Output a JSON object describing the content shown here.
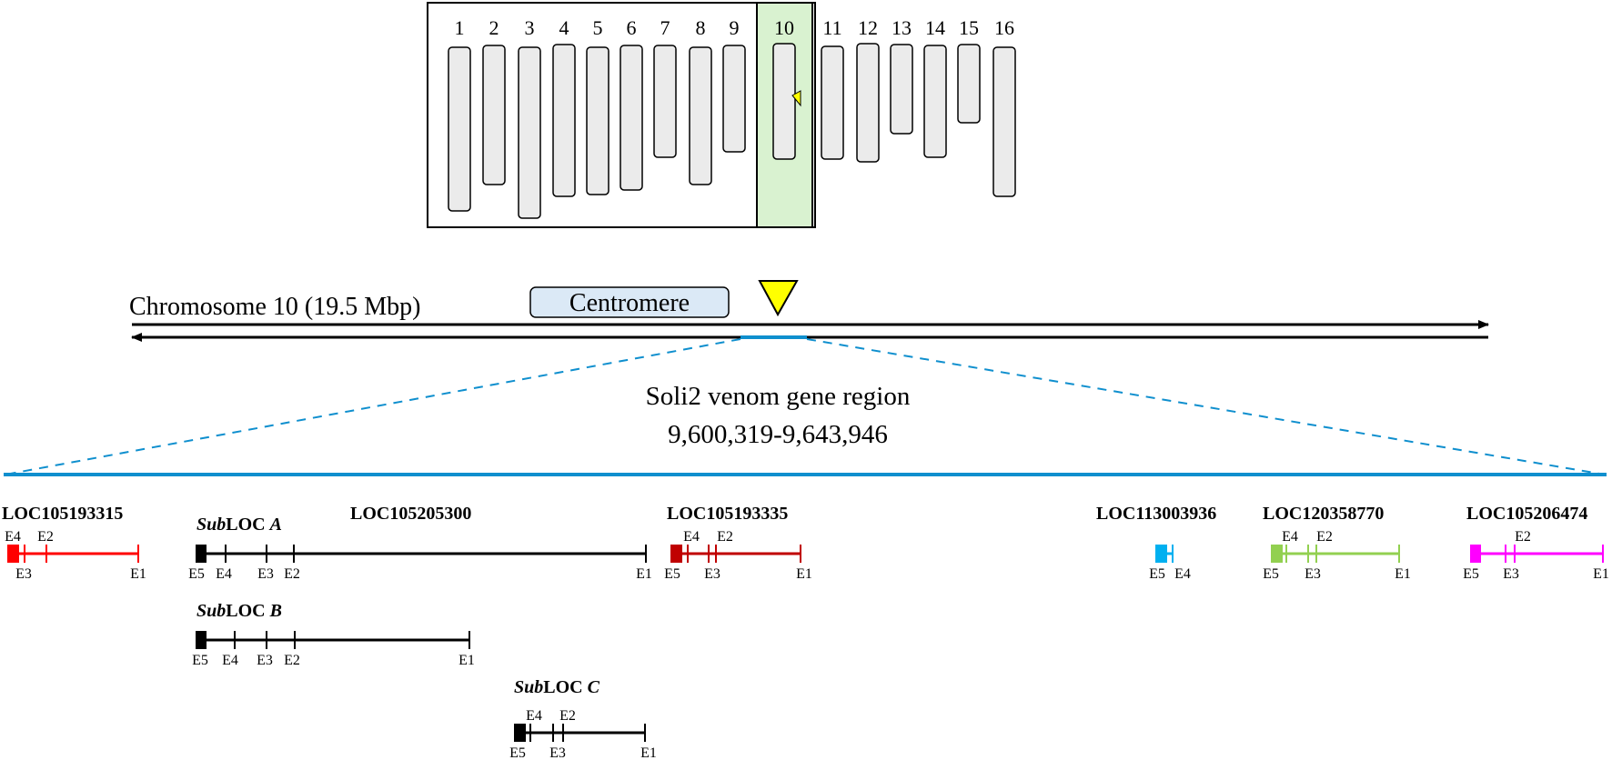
{
  "karyotype": {
    "labels": [
      "1",
      "2",
      "3",
      "4",
      "5",
      "6",
      "7",
      "8",
      "9",
      "10",
      "11",
      "12",
      "13",
      "14",
      "15",
      "16"
    ],
    "highlighted_label": "10",
    "colors": {
      "chromosome_fill": "#ebebeb",
      "highlight_fill": "#d9f2d0",
      "marker": "#ffff00"
    }
  },
  "overview": {
    "chromosome_label": "Chromosome 10 (19.5 Mbp)",
    "centromere_label": "Centromere",
    "region_title": "Soli2 venom gene region",
    "region_range": "9,600,319-9,643,946",
    "colors": {
      "centromere_fill": "#dbe9f6",
      "region": "#0f8fce",
      "marker": "#ffff00"
    }
  },
  "genes": [
    {
      "name": "LOC105193315",
      "color": "#ff0000",
      "exons": [
        "E4",
        "E3",
        "E2",
        "E1"
      ]
    },
    {
      "name": "LOC105205300",
      "color": "#000000",
      "subloci": [
        {
          "prefix": "Sub",
          "suffix": "LOC ",
          "letter": "A",
          "exons": [
            "E5",
            "E4",
            "E3",
            "E2",
            "E1"
          ]
        },
        {
          "prefix": "Sub",
          "suffix": "LOC ",
          "letter": "B",
          "exons": [
            "E5",
            "E4",
            "E3",
            "E2",
            "E1"
          ]
        },
        {
          "prefix": "Sub",
          "suffix": "LOC ",
          "letter": "C",
          "exons": [
            "E5",
            "E4",
            "E3",
            "E2",
            "E1"
          ]
        }
      ]
    },
    {
      "name": "LOC105193335",
      "color": "#c00000",
      "exons": [
        "E5",
        "E4",
        "E3",
        "E2",
        "E1"
      ]
    },
    {
      "name": "LOC113003936",
      "color": "#00b0f0",
      "exons": [
        "E5",
        "E4"
      ]
    },
    {
      "name": "LOC120358770",
      "color": "#92d050",
      "exons": [
        "E5",
        "E4",
        "E3",
        "E2",
        "E1"
      ]
    },
    {
      "name": "LOC105206474",
      "color": "#ff00ff",
      "exons": [
        "E5",
        "E3",
        "E2",
        "E1"
      ]
    }
  ]
}
